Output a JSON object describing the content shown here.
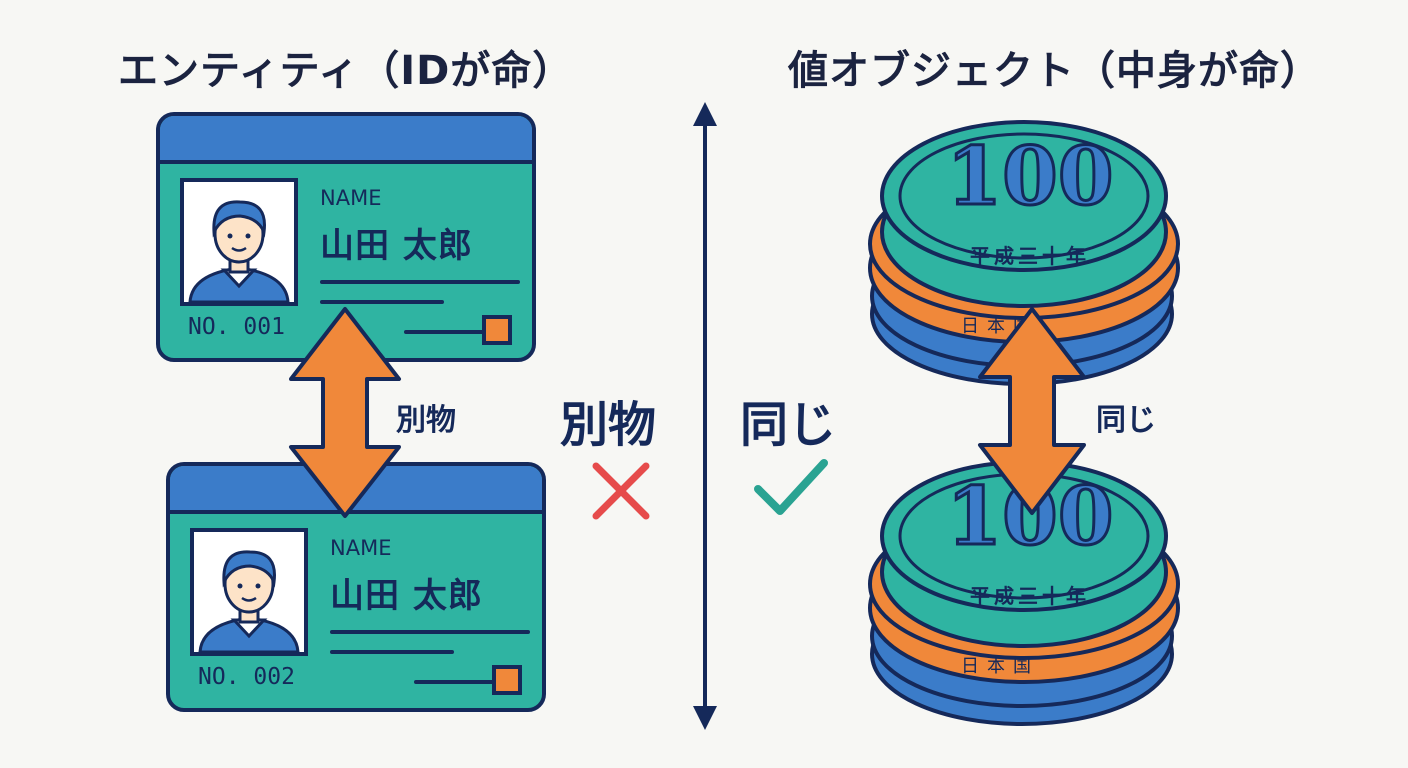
{
  "left": {
    "title": "エンティティ（IDが命）",
    "cards": [
      {
        "name_label": "NAME",
        "name": "山田 太郎",
        "number": "NO. 001"
      },
      {
        "name_label": "NAME",
        "name": "山田 太郎",
        "number": "NO. 002"
      }
    ],
    "arrow_label": "別物"
  },
  "center": {
    "left_label": "別物",
    "right_label": "同じ"
  },
  "right": {
    "title": "値オブジェクト（中身が命）",
    "coins": [
      {
        "value": "100",
        "era_text": "平成三十年",
        "rim_text": "日本国"
      },
      {
        "value": "100",
        "era_text": "平成三十年",
        "rim_text": "日本国"
      }
    ],
    "arrow_label": "同じ"
  },
  "colors": {
    "navy": "#15295a",
    "teal": "#2fb4a2",
    "blue": "#3b7cc9",
    "orange": "#f0883a",
    "cross_red": "#e64b4b",
    "check_teal": "#2aa392"
  }
}
